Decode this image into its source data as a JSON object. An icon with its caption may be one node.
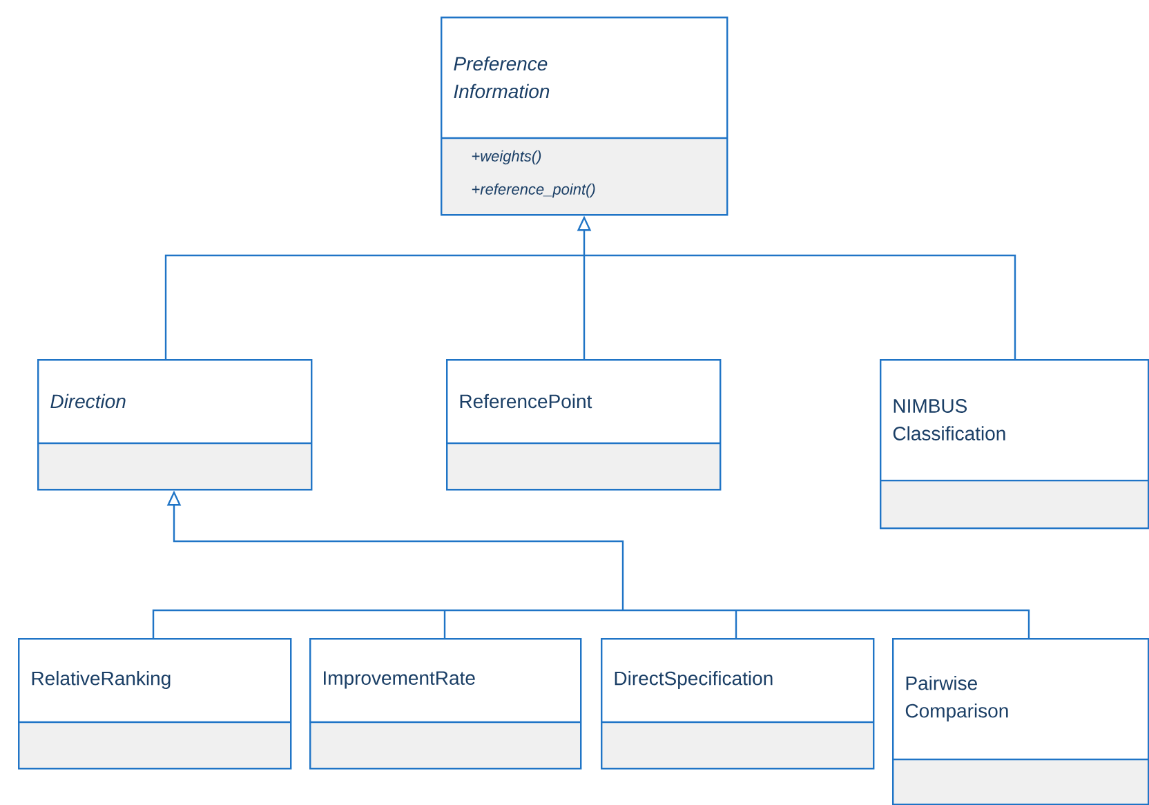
{
  "diagram": {
    "nodes": [
      {
        "text": [
          "Preference Information",
          "+weights()",
          "+reference_point()"
        ]
      },
      {
        "text": [
          "Direction"
        ]
      },
      {
        "text": [
          "ReferencePoint"
        ]
      },
      {
        "text": [
          "NIMBUS Classification"
        ]
      },
      {
        "text": [
          "RelativeRanking"
        ]
      },
      {
        "text": [
          "ImprovementRate"
        ]
      },
      {
        "text": [
          "DirectSpecification"
        ]
      },
      {
        "text": [
          "Pairwise Comparison"
        ]
      }
    ],
    "edges": [
      {
        "from": 1,
        "to": 0,
        "arrow": "to"
      },
      {
        "from": 2,
        "to": 0,
        "arrow": "to"
      },
      {
        "from": 3,
        "to": 0,
        "arrow": "to"
      },
      {
        "from": 4,
        "to": 1,
        "arrow": "to"
      },
      {
        "from": 5,
        "to": 1,
        "arrow": "to"
      },
      {
        "from": 6,
        "to": 1,
        "arrow": "to"
      },
      {
        "from": 7,
        "to": 1,
        "arrow": "to"
      }
    ]
  }
}
